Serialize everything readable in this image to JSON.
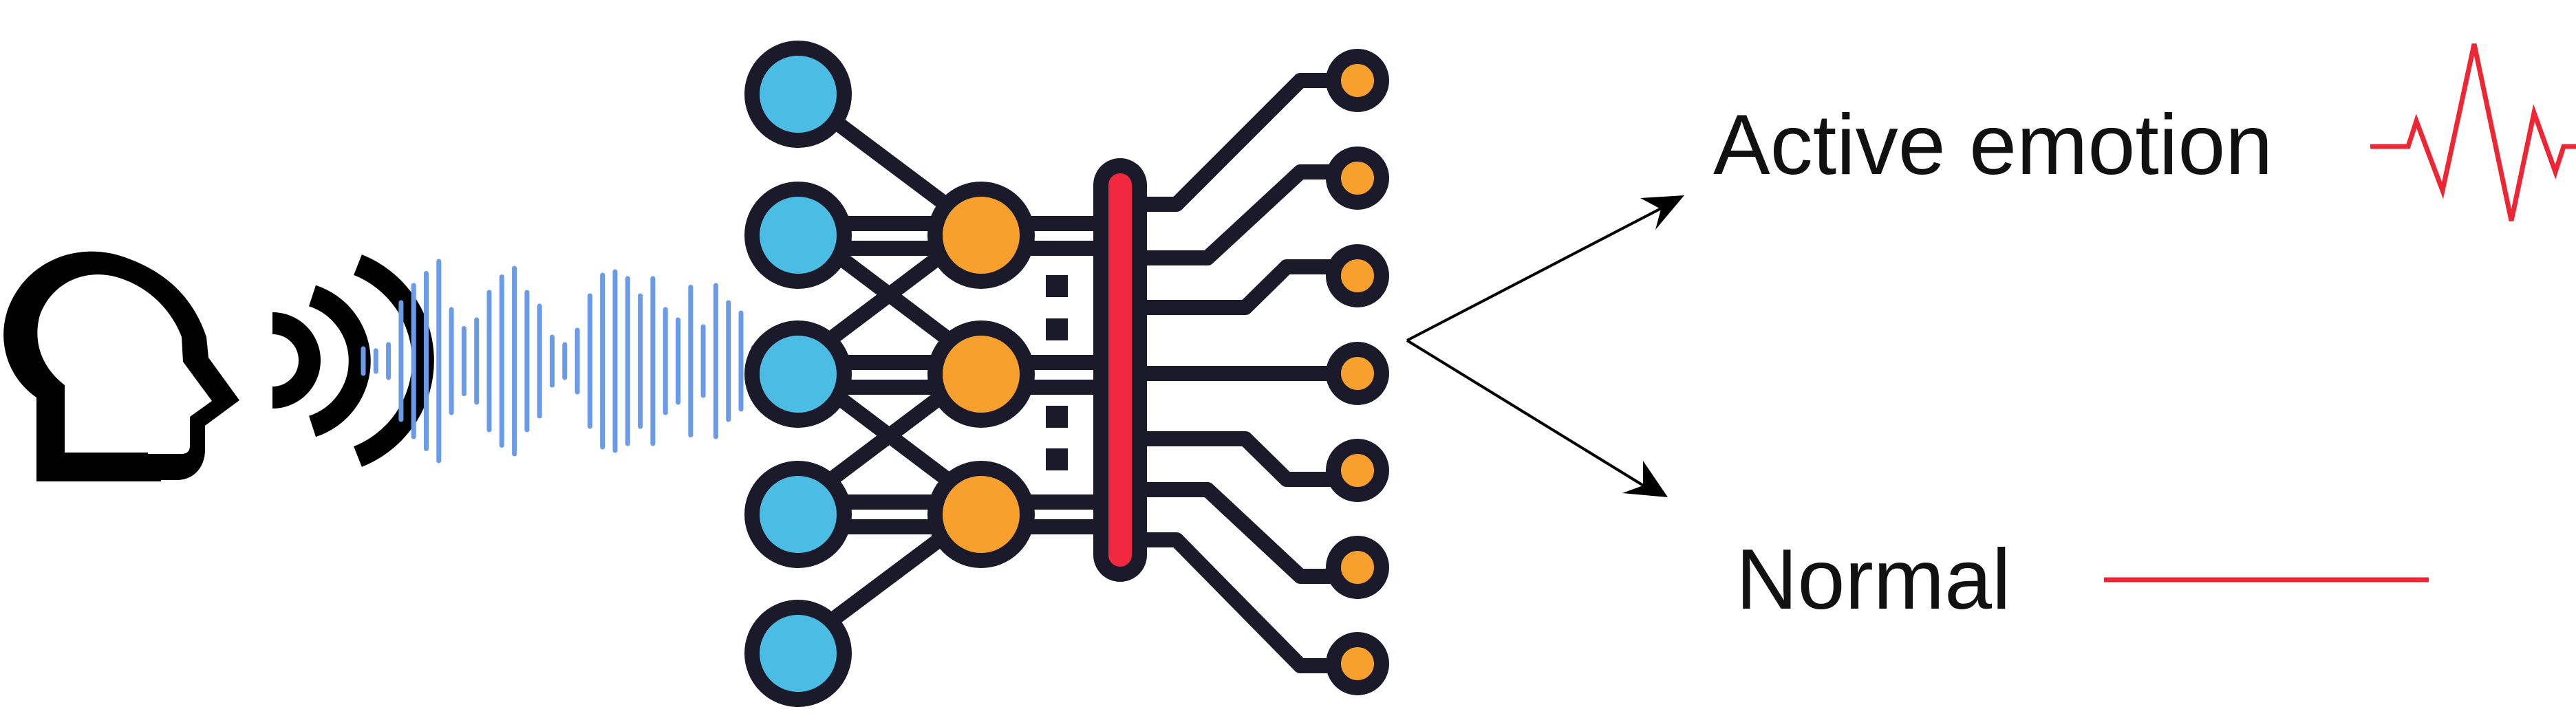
{
  "outputs": {
    "active": {
      "label": "Active emotion",
      "signal": "spiky-waveform"
    },
    "normal": {
      "label": "Normal",
      "signal": "flat-line"
    }
  },
  "icons": {
    "speaker": "speaking-head-icon",
    "sound": "sound-waves-icon",
    "audio": "audio-waveform-icon",
    "network": "neural-network-icon"
  },
  "colors": {
    "outline": "#1b1a2a",
    "input_node": "#4bbde5",
    "hidden_node": "#f8a02d",
    "core_bar": "#f2283f",
    "waveform": "#6a9bea",
    "signal_line": "#ee2634",
    "arrow": "#000000",
    "text": "#111111"
  }
}
